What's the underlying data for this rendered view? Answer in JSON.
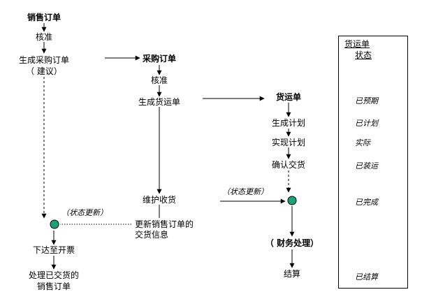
{
  "sales_order": {
    "title": "销售订单",
    "approve": "核准",
    "create_po_line1": "生成采购订单",
    "create_po_line2": "（ 建议）",
    "release_invoice": "下达至开票",
    "process_line1": "处理已交货的",
    "process_line2": "销售订单"
  },
  "purchase_order": {
    "title": "采购订单",
    "approve": "核准",
    "create_shipment": "生成货运单",
    "maintain_receipt": "维护收货",
    "update_line1": "更新销售订单的",
    "update_line2": "交货信息"
  },
  "shipment": {
    "title": "货运单",
    "plan": "生成计划",
    "realize": "实现计划",
    "confirm": "确认交货",
    "finance": "（ 财务处理）",
    "settle": "结算"
  },
  "status_updates": {
    "left": "（状态更新）",
    "right": "（状态更新）"
  },
  "status_panel": {
    "header_line1": "货运单",
    "header_line2": "状态",
    "states": [
      "已预期",
      "已计划",
      "实际",
      "已装运",
      "已完成",
      "已结算"
    ]
  },
  "colors": {
    "node_fill": "#1aa37a",
    "node_stroke": "#000000",
    "line": "#000000"
  }
}
